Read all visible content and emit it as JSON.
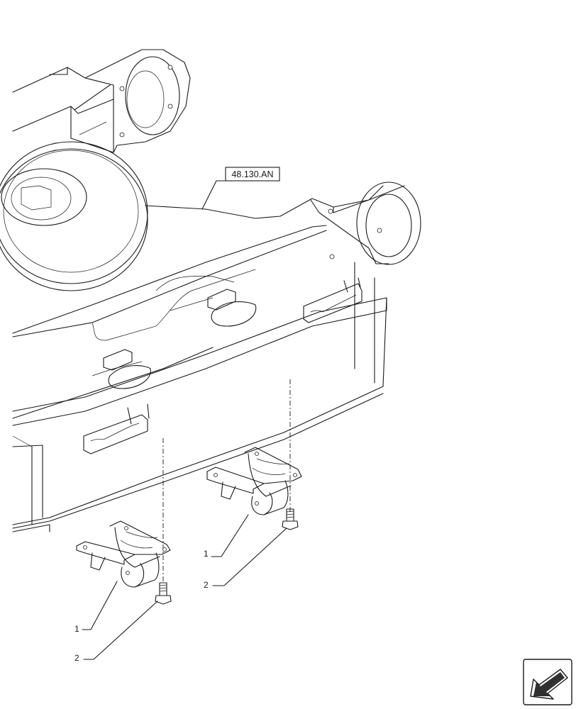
{
  "reference_label": "48.130.AN",
  "callouts": {
    "left_bracket": "1",
    "left_bolt": "2",
    "right_bracket": "1",
    "right_bolt": "2"
  },
  "nav_icon": "arrow-bottom-left-icon"
}
